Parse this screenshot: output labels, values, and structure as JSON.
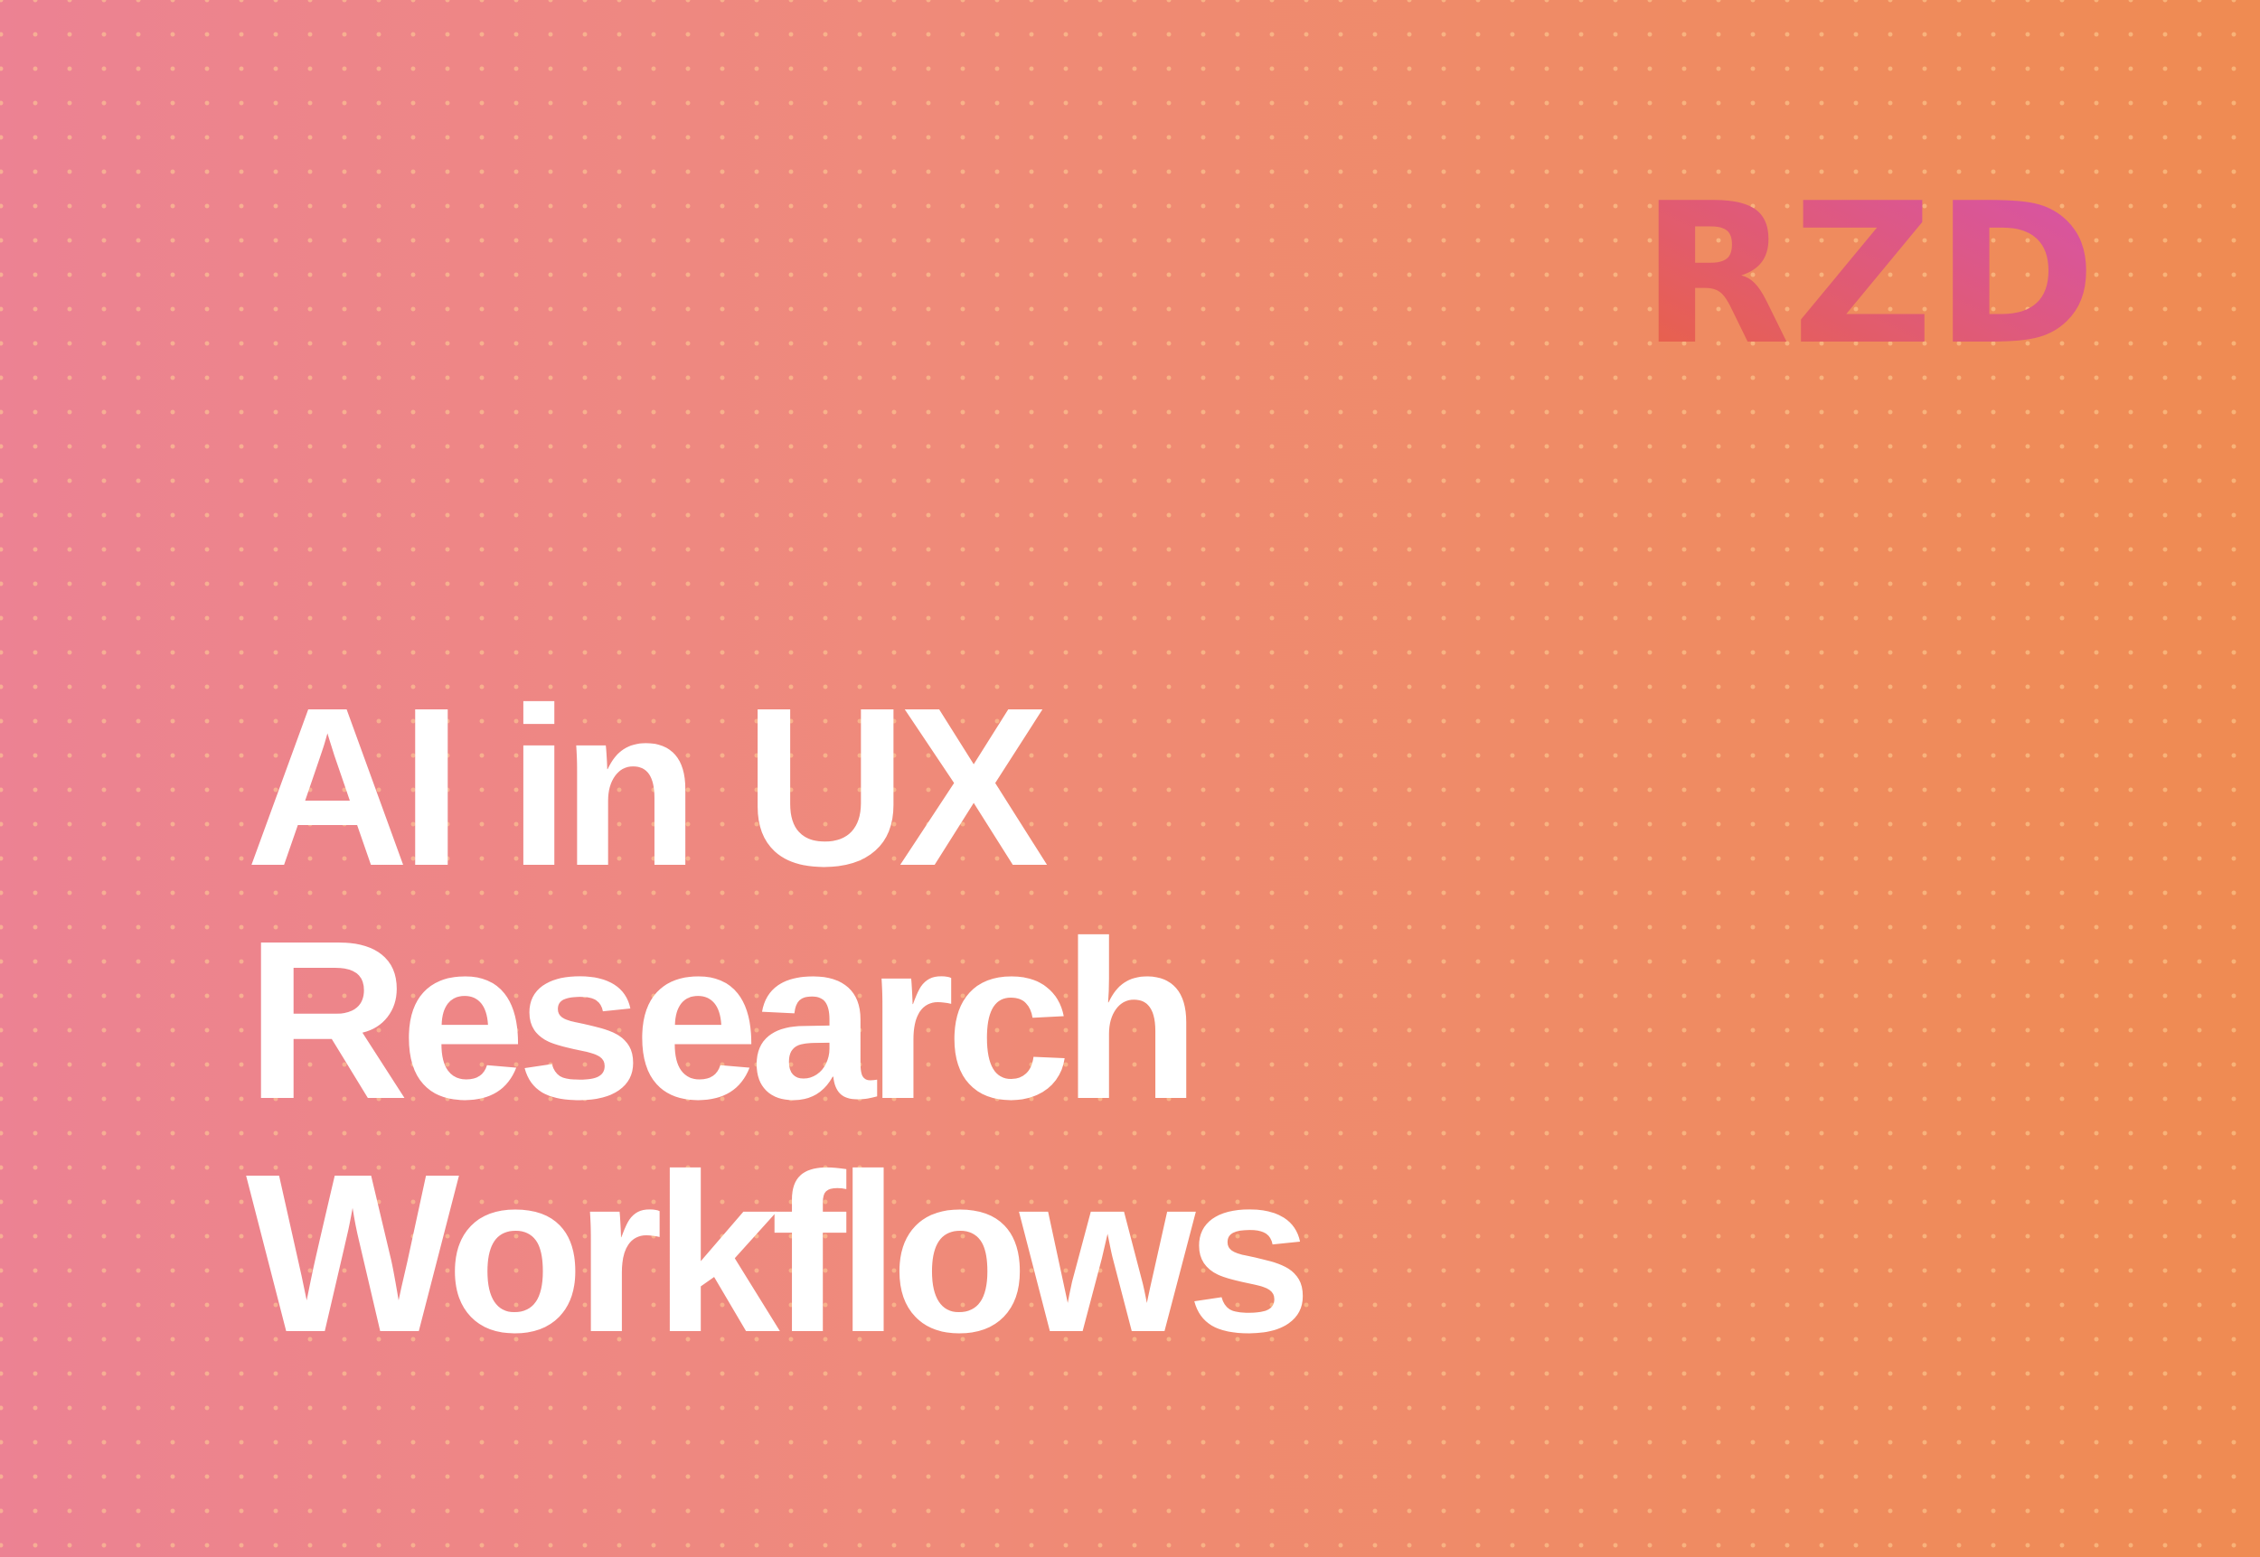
{
  "colors": {
    "gradient_left": "#ec8293",
    "gradient_right": "#ef8b52",
    "dot_grid": "#ffd296",
    "headline_text": "#ffffff",
    "logo_gradient_start": "#d552b0",
    "logo_gradient_end": "#ea6241"
  },
  "logo": {
    "text": "RZD"
  },
  "headline": {
    "line1": "AI in UX",
    "line2": "Research",
    "line3": "Workflows"
  }
}
